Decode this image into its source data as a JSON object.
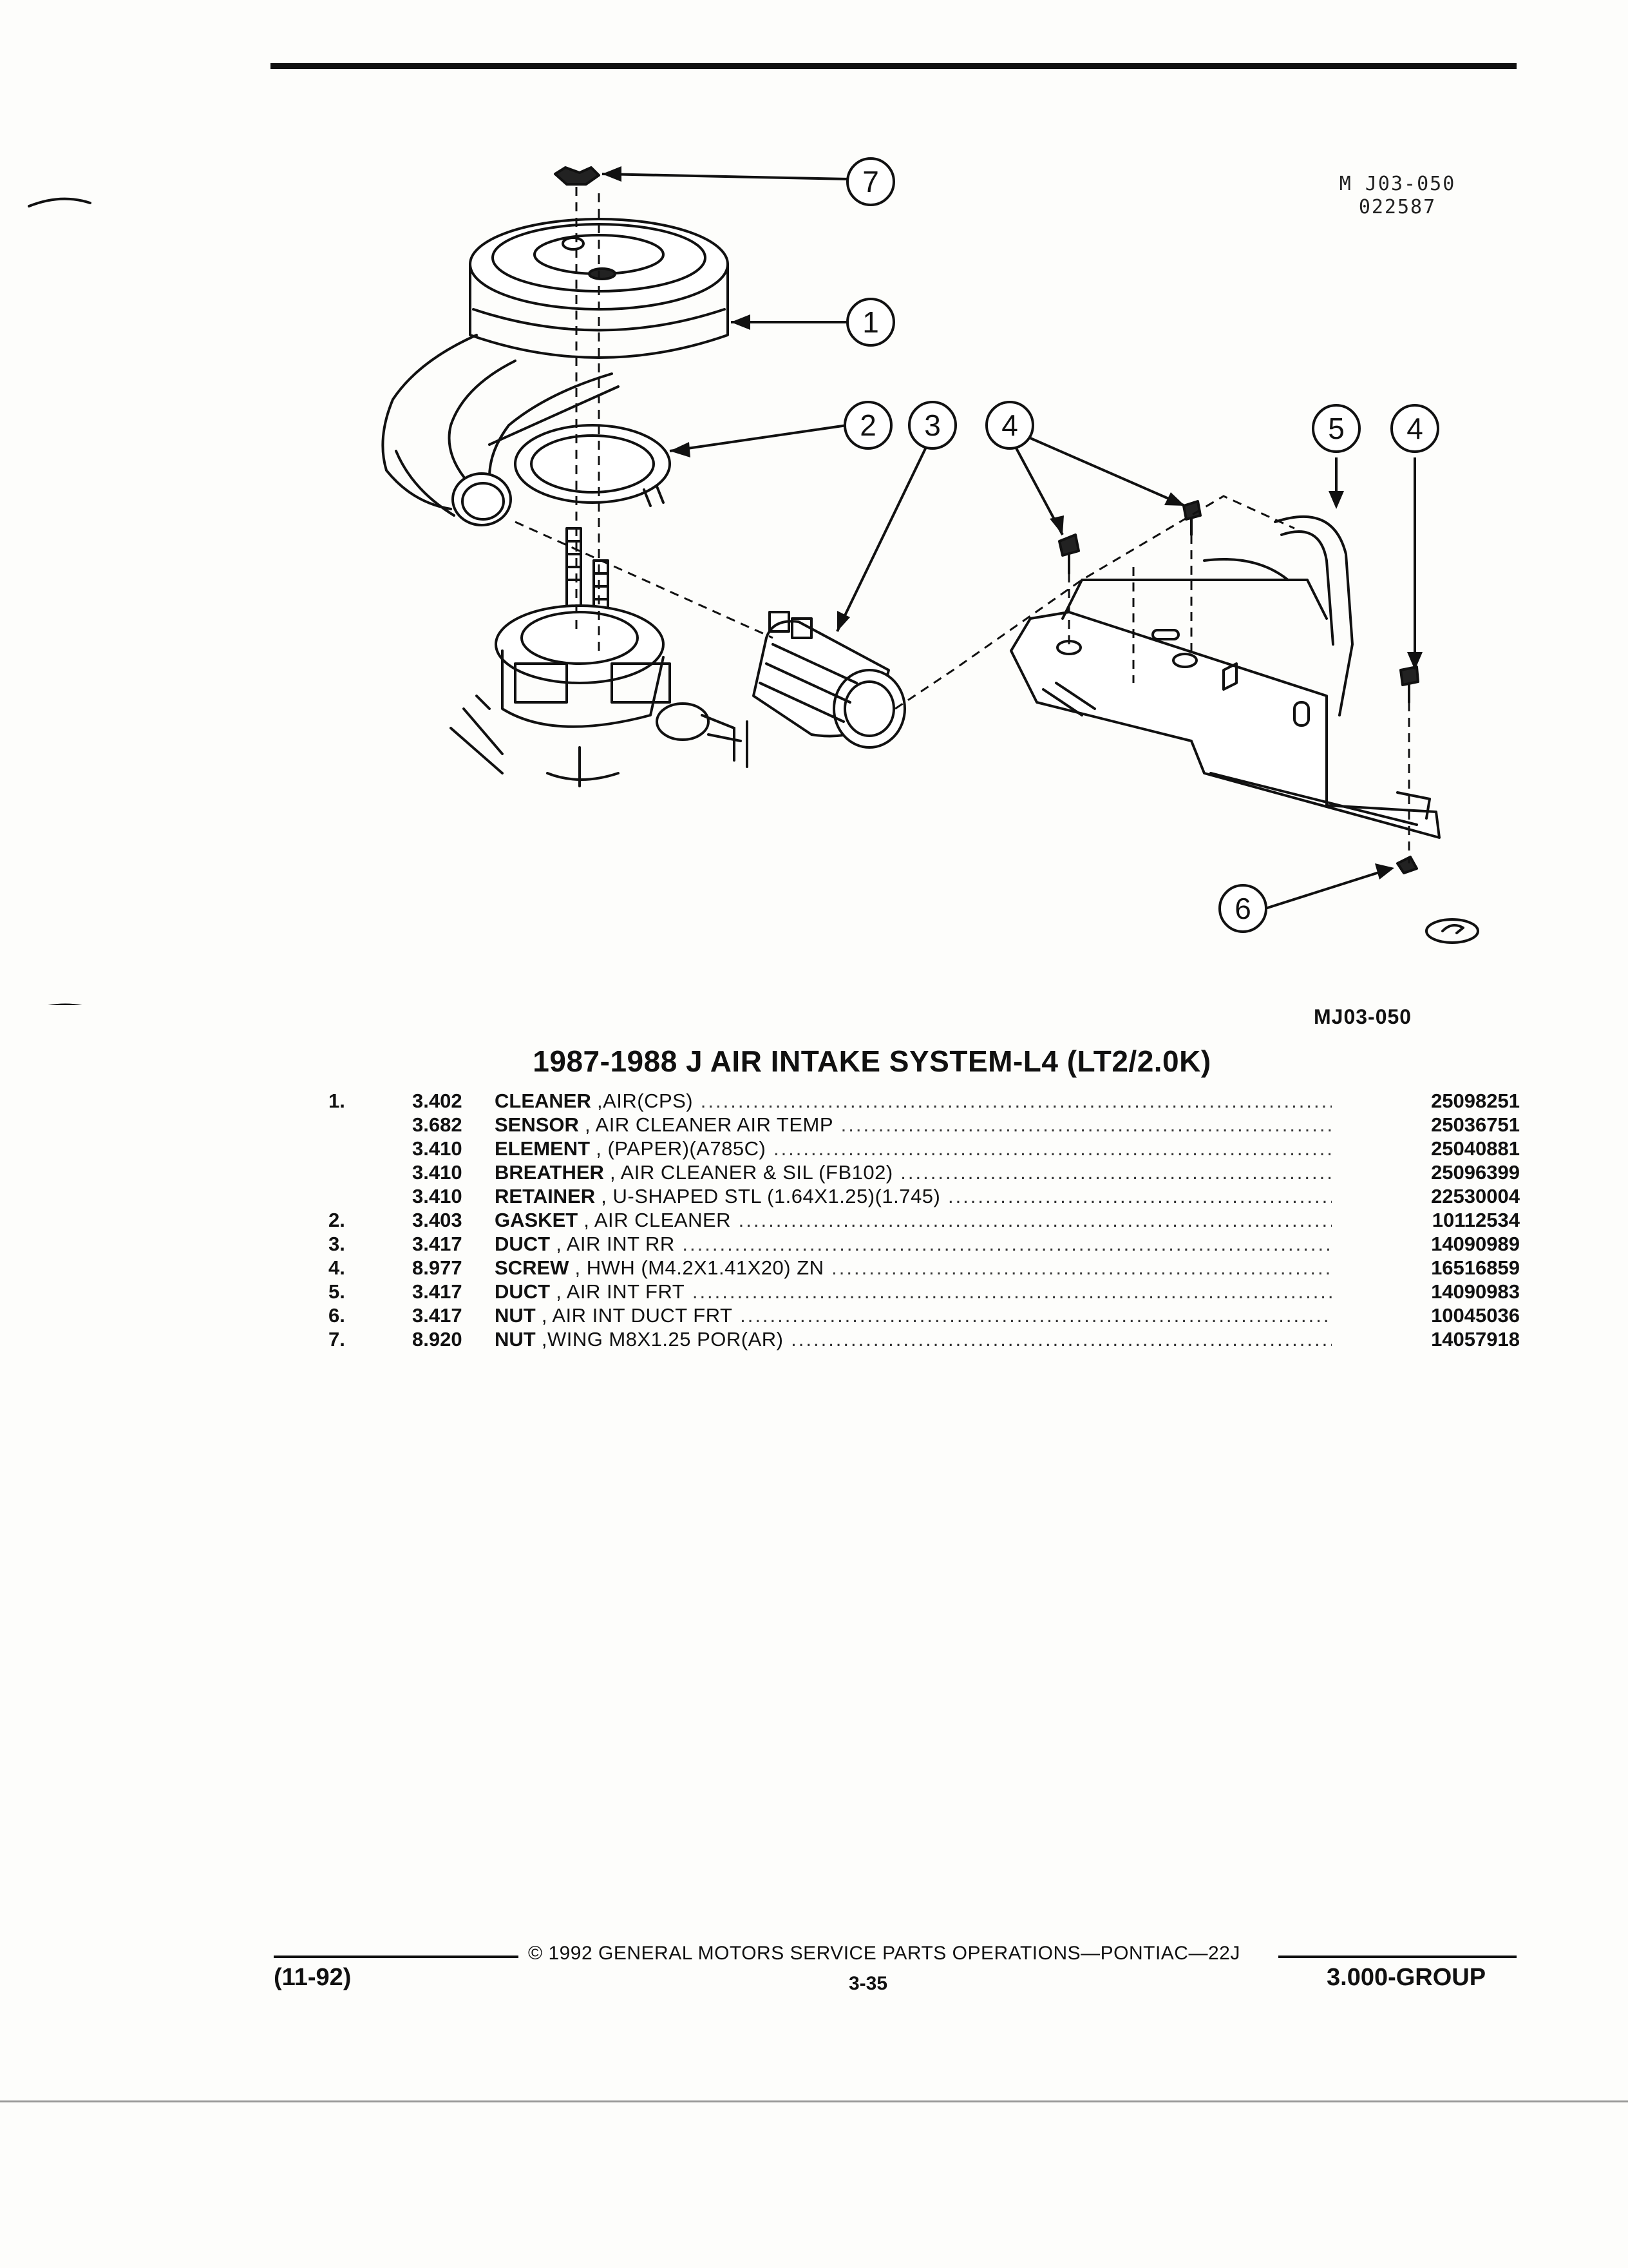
{
  "header": {
    "diagram_code_top": "M J03-050",
    "diagram_date": "022587",
    "diagram_code": "MJ03-050"
  },
  "callouts": [
    "7",
    "1",
    "2",
    "3",
    "4",
    "5",
    "4",
    "6"
  ],
  "title": "1987-1988 J AIR INTAKE SYSTEM-L4 (LT2/2.0K)",
  "parts": [
    {
      "num": "1.",
      "group": "3.402",
      "name": "CLEANER",
      "desc": " ,AIR(CPS)",
      "part": "25098251"
    },
    {
      "num": "",
      "group": "3.682",
      "name": "SENSOR",
      "desc": " , AIR CLEANER AIR TEMP",
      "part": "25036751"
    },
    {
      "num": "",
      "group": "3.410",
      "name": "ELEMENT",
      "desc": " , (PAPER)(A785C)",
      "part": "25040881"
    },
    {
      "num": "",
      "group": "3.410",
      "name": "BREATHER",
      "desc": " , AIR CLEANER & SIL (FB102)",
      "part": "25096399"
    },
    {
      "num": "",
      "group": "3.410",
      "name": "RETAINER",
      "desc": " , U-SHAPED STL (1.64X1.25)(1.745)",
      "part": "22530004"
    },
    {
      "num": "2.",
      "group": "3.403",
      "name": "GASKET",
      "desc": " , AIR CLEANER",
      "part": "10112534"
    },
    {
      "num": "3.",
      "group": "3.417",
      "name": "DUCT",
      "desc": " , AIR INT RR",
      "part": "14090989"
    },
    {
      "num": "4.",
      "group": "8.977",
      "name": "SCREW",
      "desc": " , HWH (M4.2X1.41X20) ZN",
      "part": "16516859"
    },
    {
      "num": "5.",
      "group": "3.417",
      "name": "DUCT",
      "desc": " , AIR INT FRT",
      "part": "14090983"
    },
    {
      "num": "6.",
      "group": "3.417",
      "name": "NUT",
      "desc": " , AIR INT DUCT FRT",
      "part": "10045036"
    },
    {
      "num": "7.",
      "group": "8.920",
      "name": "NUT",
      "desc": " ,WING M8X1.25 POR(AR)",
      "part": "14057918"
    }
  ],
  "footer": {
    "copyright": "© 1992 GENERAL MOTORS SERVICE PARTS OPERATIONS—PONTIAC—22J",
    "date": "(11-92)",
    "page": "3-35",
    "group": "3.000-GROUP"
  }
}
